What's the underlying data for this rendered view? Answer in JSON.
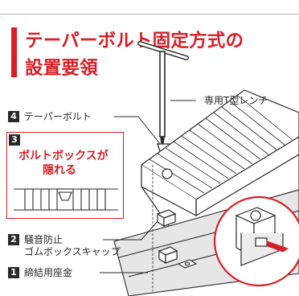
{
  "heading": {
    "line1": "テーパーボルト固定方式の",
    "line2": "設置要領"
  },
  "callouts": {
    "wrench": "専用T型レンチ",
    "bolt": {
      "num": "4",
      "text": "テーパーボルト"
    },
    "boltbox": {
      "num": "3",
      "text_line1": "ボルトボックスが",
      "text_line2": "隠れる"
    },
    "cap": {
      "num": "2",
      "text_line1": "騒音防止",
      "text_line2": "ゴムボックスキャップ"
    },
    "washer": {
      "num": "1",
      "text": "締結用座金"
    }
  },
  "colors": {
    "accent": "#d91f26",
    "ink": "#2a2a2a",
    "rule": "#b0b0b0"
  }
}
